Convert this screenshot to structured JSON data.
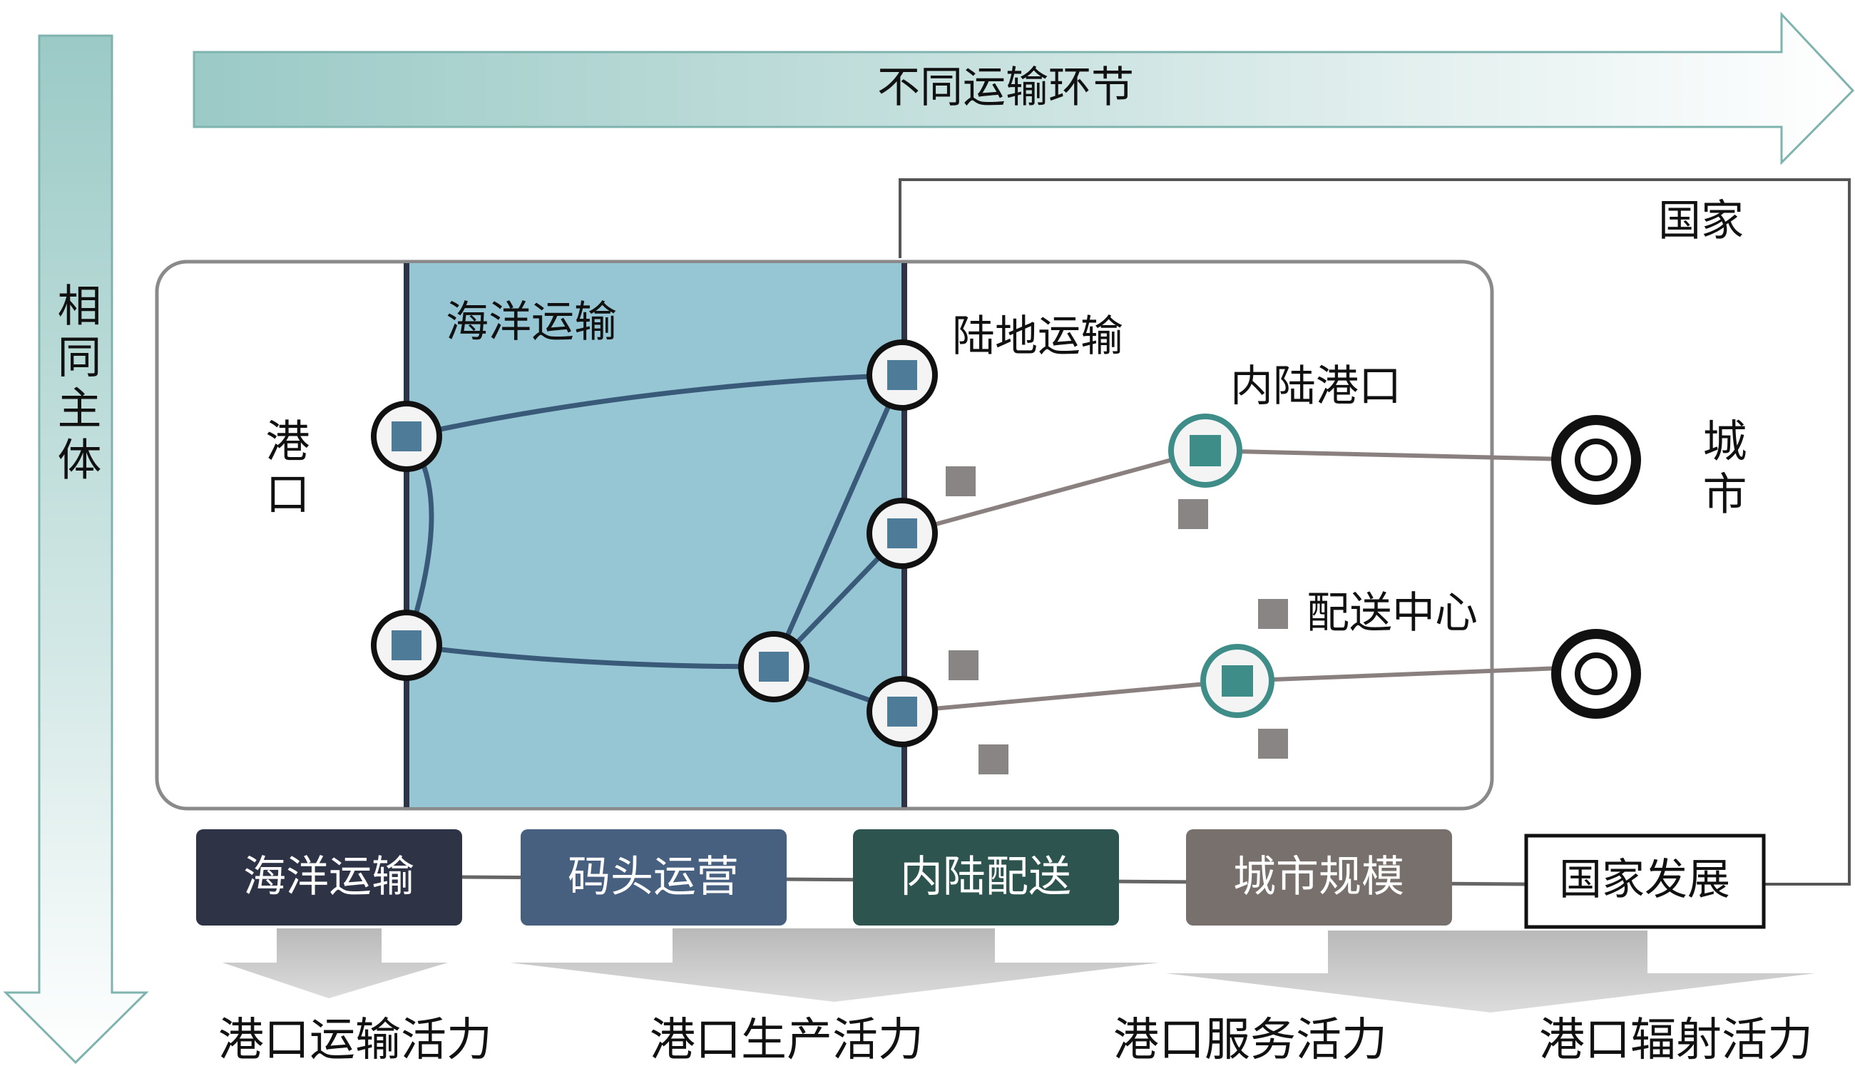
{
  "axes": {
    "horizontal_label": "不同运输环节",
    "vertical_label": "相同主体"
  },
  "regions": {
    "country": "国家",
    "ocean": "海洋运输",
    "land": "陆地运输",
    "port": "港口",
    "city": "城市",
    "inland_port": "内陆港口",
    "distribution_center": "配送中心"
  },
  "stages": [
    {
      "label": "海洋运输",
      "color": "#2e3346"
    },
    {
      "label": "码头运营",
      "color": "#47607f"
    },
    {
      "label": "内陆配送",
      "color": "#2e5450"
    },
    {
      "label": "城市规模",
      "color": "#77706d"
    },
    {
      "label": "国家发展",
      "color": "#ffffff"
    }
  ],
  "vitality": [
    "港口运输活力",
    "港口生产活力",
    "港口服务活力",
    "港口辐射活力"
  ],
  "colors": {
    "ocean_fill": "#96c6d4",
    "arrow_fill": "#a5cfcb",
    "node_port": "#4e7b98",
    "node_inland": "#3f8d88",
    "square_gray": "#8a8585"
  }
}
